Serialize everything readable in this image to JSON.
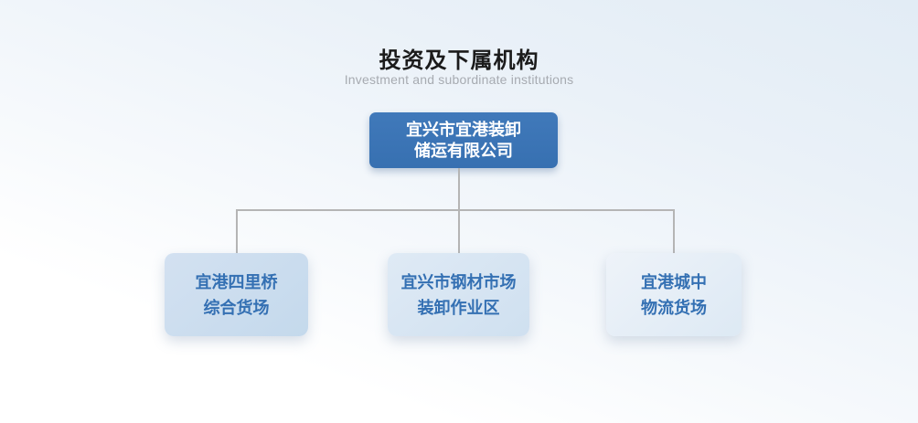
{
  "header": {
    "title": "投资及下属机构",
    "subtitle": "Investment and subordinate institutions"
  },
  "org_chart": {
    "root": {
      "name": "宜兴市宜港装卸储运有限公司",
      "line1": "宜兴市宜港装卸",
      "line2": "储运有限公司"
    },
    "children": [
      {
        "name": "宜港四里桥综合货场",
        "line1": "宜港四里桥",
        "line2": "综合货场"
      },
      {
        "name": "宜兴市钢材市场装卸作业区",
        "line1": "宜兴市钢材市场",
        "line2": "装卸作业区"
      },
      {
        "name": "宜港城中物流货场",
        "line1": "宜港城中",
        "line2": "物流货场"
      }
    ]
  },
  "colors": {
    "root_box": "#3b74b5",
    "root_text": "#ffffff",
    "child_box_1": "#c9dcee",
    "child_box_2": "#d5e3f2",
    "child_box_3": "#e4eef7",
    "child_text": "#3470b3",
    "connector": "#b5b5b5",
    "title_text": "#1b1b1b",
    "subtitle_text": "#a7abb1",
    "background_top": "#e6eff7"
  }
}
